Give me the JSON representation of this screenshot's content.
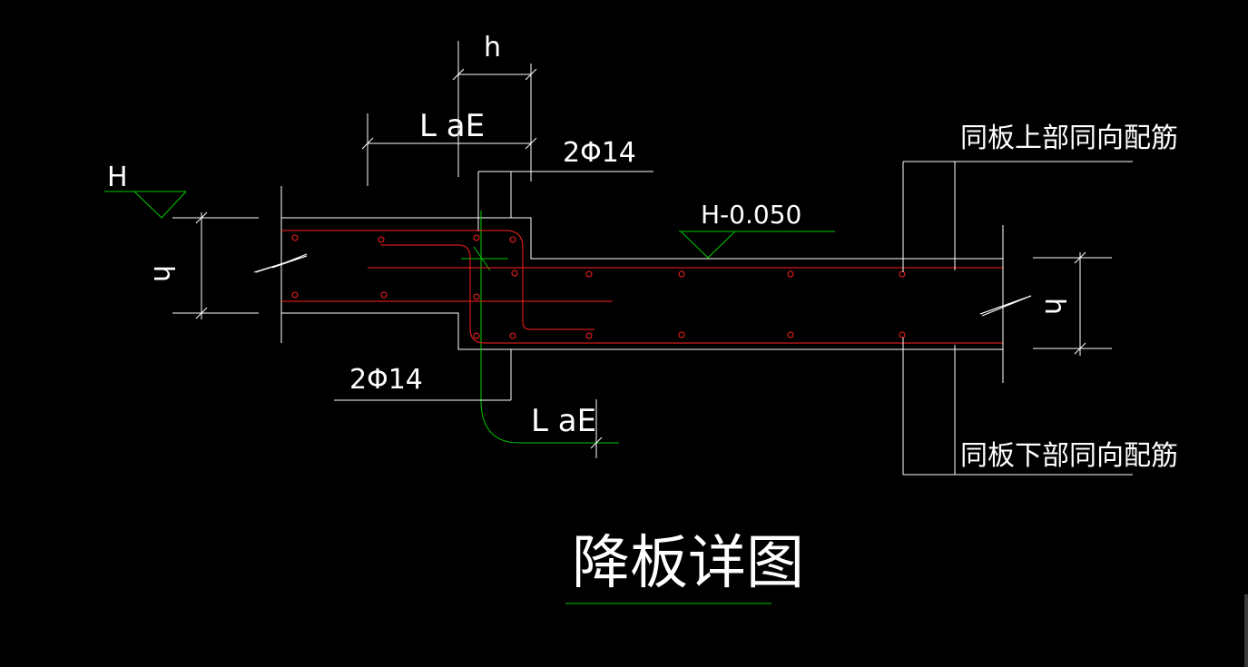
{
  "labels": {
    "dim_h_top": "h",
    "dim_lae_top": "L aE",
    "rebar_top": "2Φ14",
    "elev_left": "H",
    "dim_h_left": "h",
    "elev_mid": "H-0.050",
    "rebar_bottom": "2Φ14",
    "dim_lae_bottom": "L aE",
    "dim_h_right": "h",
    "note_top_right": "同板上部同向配筋",
    "note_bottom_right": "同板下部同向配筋",
    "title": "降板详图"
  },
  "colors": {
    "background": "#000000",
    "outline": "#ffffff",
    "rebar": "#ff2020",
    "annotation": "#00c800"
  }
}
